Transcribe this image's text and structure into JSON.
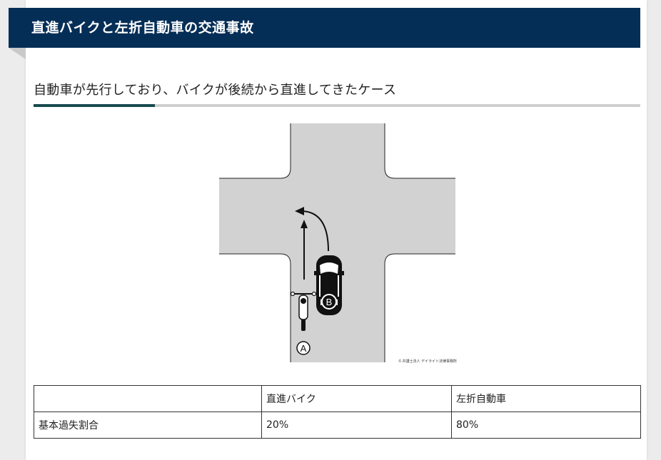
{
  "title": "直進バイクと左折自動車の交通事故",
  "subtitle": "自動車が先行しており、バイクが後続から直進してきたケース",
  "diagram": {
    "label_a": "A",
    "label_b": "B",
    "copyright": "© 弁護士法人 デイライト法律事務所"
  },
  "table": {
    "header": [
      "",
      "直進バイク",
      "左折自動車"
    ],
    "rows": [
      [
        "基本過失割合",
        "20%",
        "80%"
      ]
    ]
  }
}
